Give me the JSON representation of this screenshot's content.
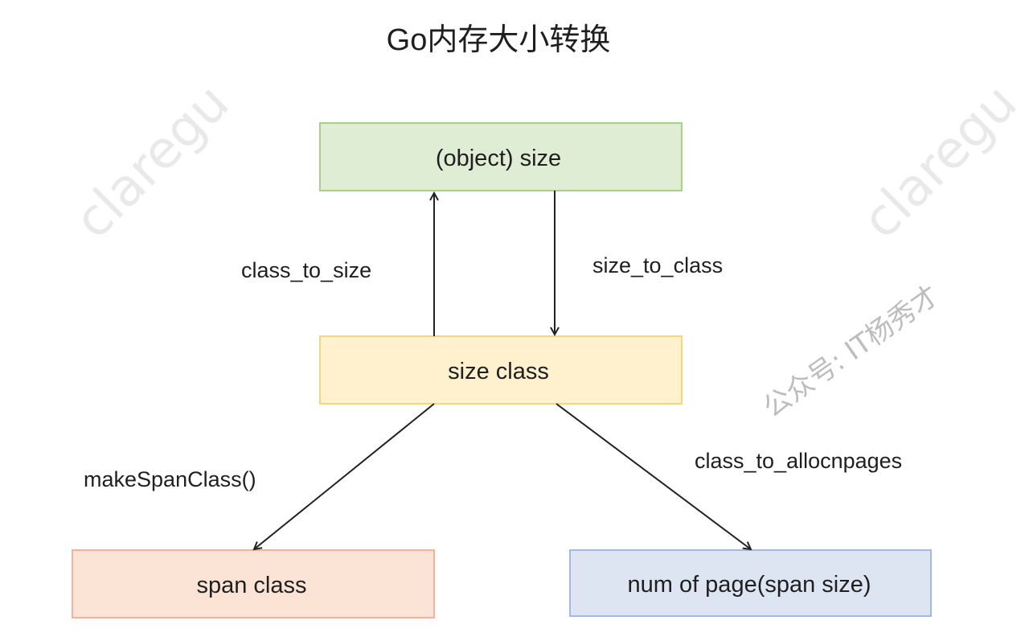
{
  "title": "Go内存大小转换",
  "nodes": {
    "object_size": {
      "label": "(object) size",
      "fill": "#dfedd5",
      "stroke": "#a8d08a"
    },
    "size_class": {
      "label": "size class",
      "fill": "#fff1cd",
      "stroke": "#f5d57e"
    },
    "span_class": {
      "label": "span class",
      "fill": "#fbe3d6",
      "stroke": "#f0b498"
    },
    "num_pages": {
      "label": "num of page(span size)",
      "fill": "#dde5f3",
      "stroke": "#a4b8e0"
    }
  },
  "edges": {
    "class_to_size": "class_to_size",
    "size_to_class": "size_to_class",
    "make_span_class": "makeSpanClass()",
    "class_to_allocnpages": "class_to_allocnpages"
  },
  "watermarks": {
    "text": "claregu",
    "account": "公众号: IT杨秀才"
  }
}
